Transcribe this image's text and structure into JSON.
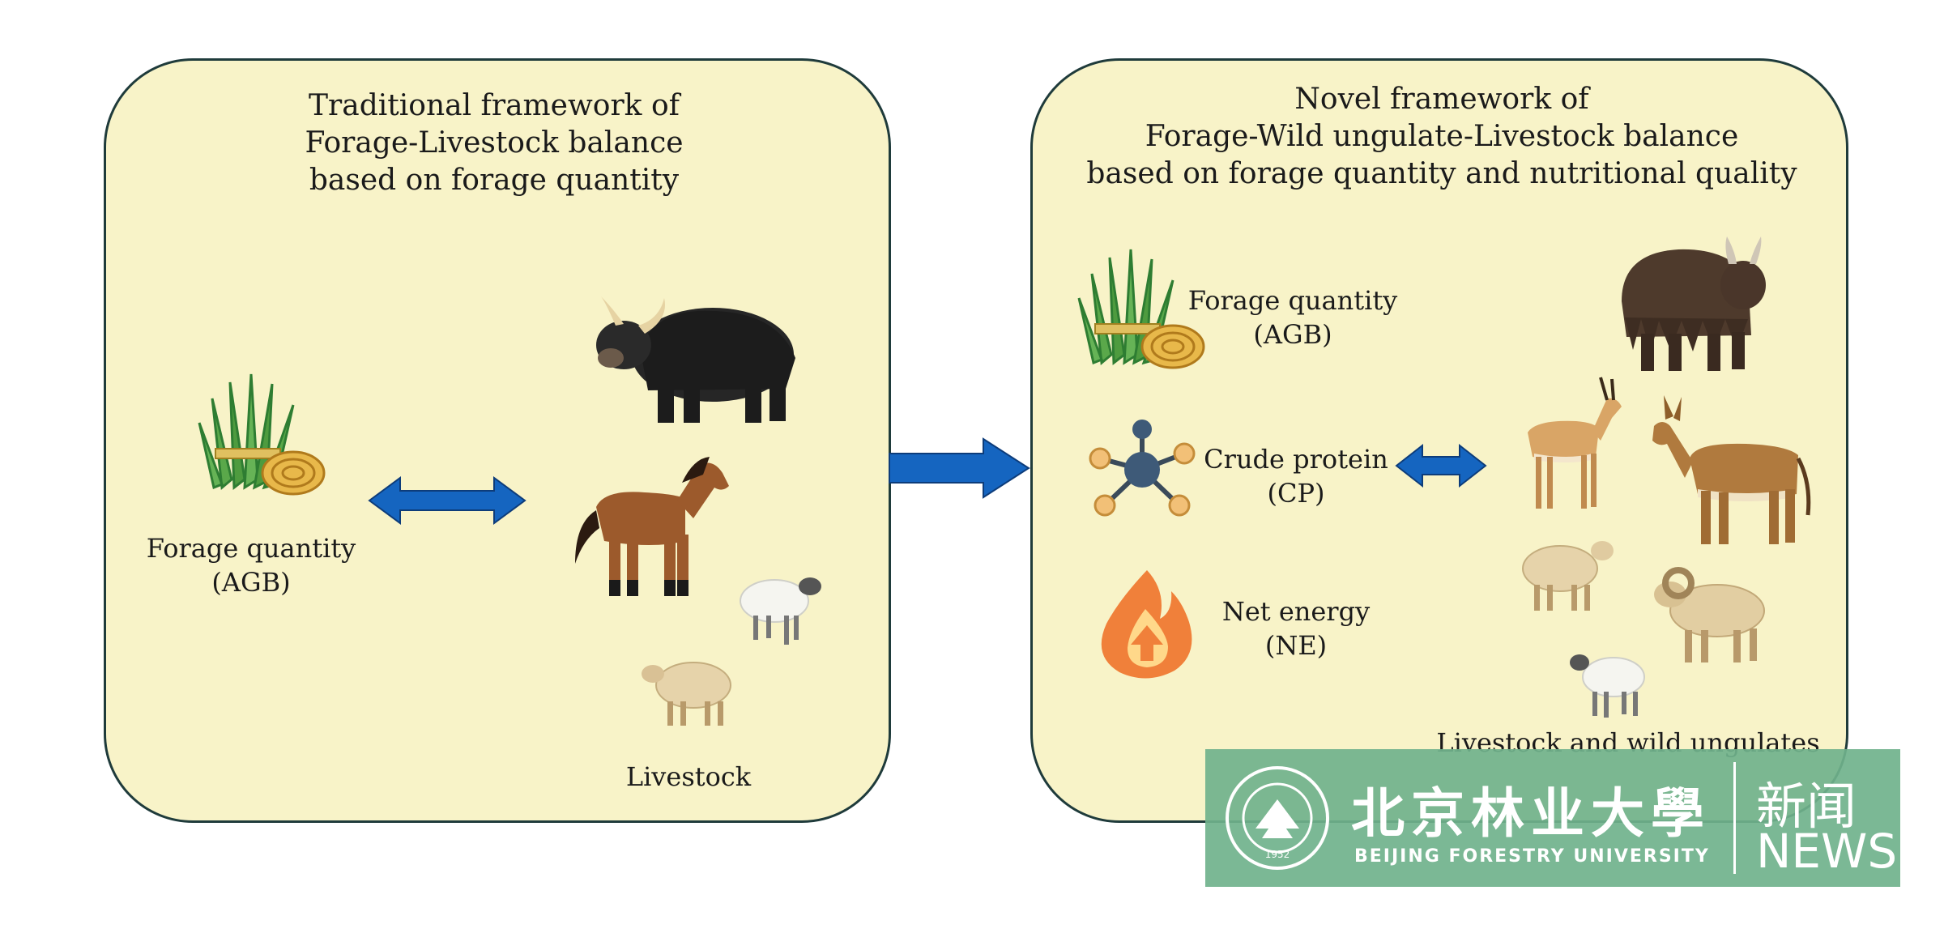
{
  "left_panel": {
    "title_lines": [
      "Traditional framework of",
      "Forage-Livestock balance",
      "based on forage quantity"
    ],
    "forage_label_lines": [
      "Forage quantity",
      "(AGB)"
    ],
    "livestock_label": "Livestock",
    "icons": [
      "grass-bundle-icon",
      "double-arrow-icon",
      "yak-icon",
      "horse-icon",
      "sheep-icon",
      "sheep-icon"
    ]
  },
  "right_panel": {
    "title_lines": [
      "Novel framework of",
      "Forage-Wild ungulate-Livestock balance",
      "based on forage quantity and nutritional quality"
    ],
    "forage_label_lines": [
      "Forage quantity",
      "(AGB)"
    ],
    "protein_label_lines": [
      "Crude protein",
      "(CP)"
    ],
    "energy_label_lines": [
      "Net energy",
      "(NE)"
    ],
    "animals_label": "Livestock and wild ungulates",
    "icons": [
      "grass-bundle-icon",
      "molecule-icon",
      "flame-icon",
      "double-arrow-icon",
      "yak-icon",
      "gazelle-icon",
      "wild-ass-icon",
      "sheep-icon",
      "argali-icon",
      "sheep-icon"
    ]
  },
  "connector": {
    "icon": "right-arrow-icon"
  },
  "colors": {
    "panel_fill": "#f8f3c8",
    "panel_border": "#1f3b3b",
    "arrow_blue": "#1565c0",
    "watermark_green": "#70b28c"
  },
  "watermark": {
    "name_cn": "北京林业大學",
    "name_en": "BEIJING FORESTRY UNIVERSITY",
    "news_cn": "新闻",
    "news_en": "NEWS",
    "seal_year": "1952"
  }
}
